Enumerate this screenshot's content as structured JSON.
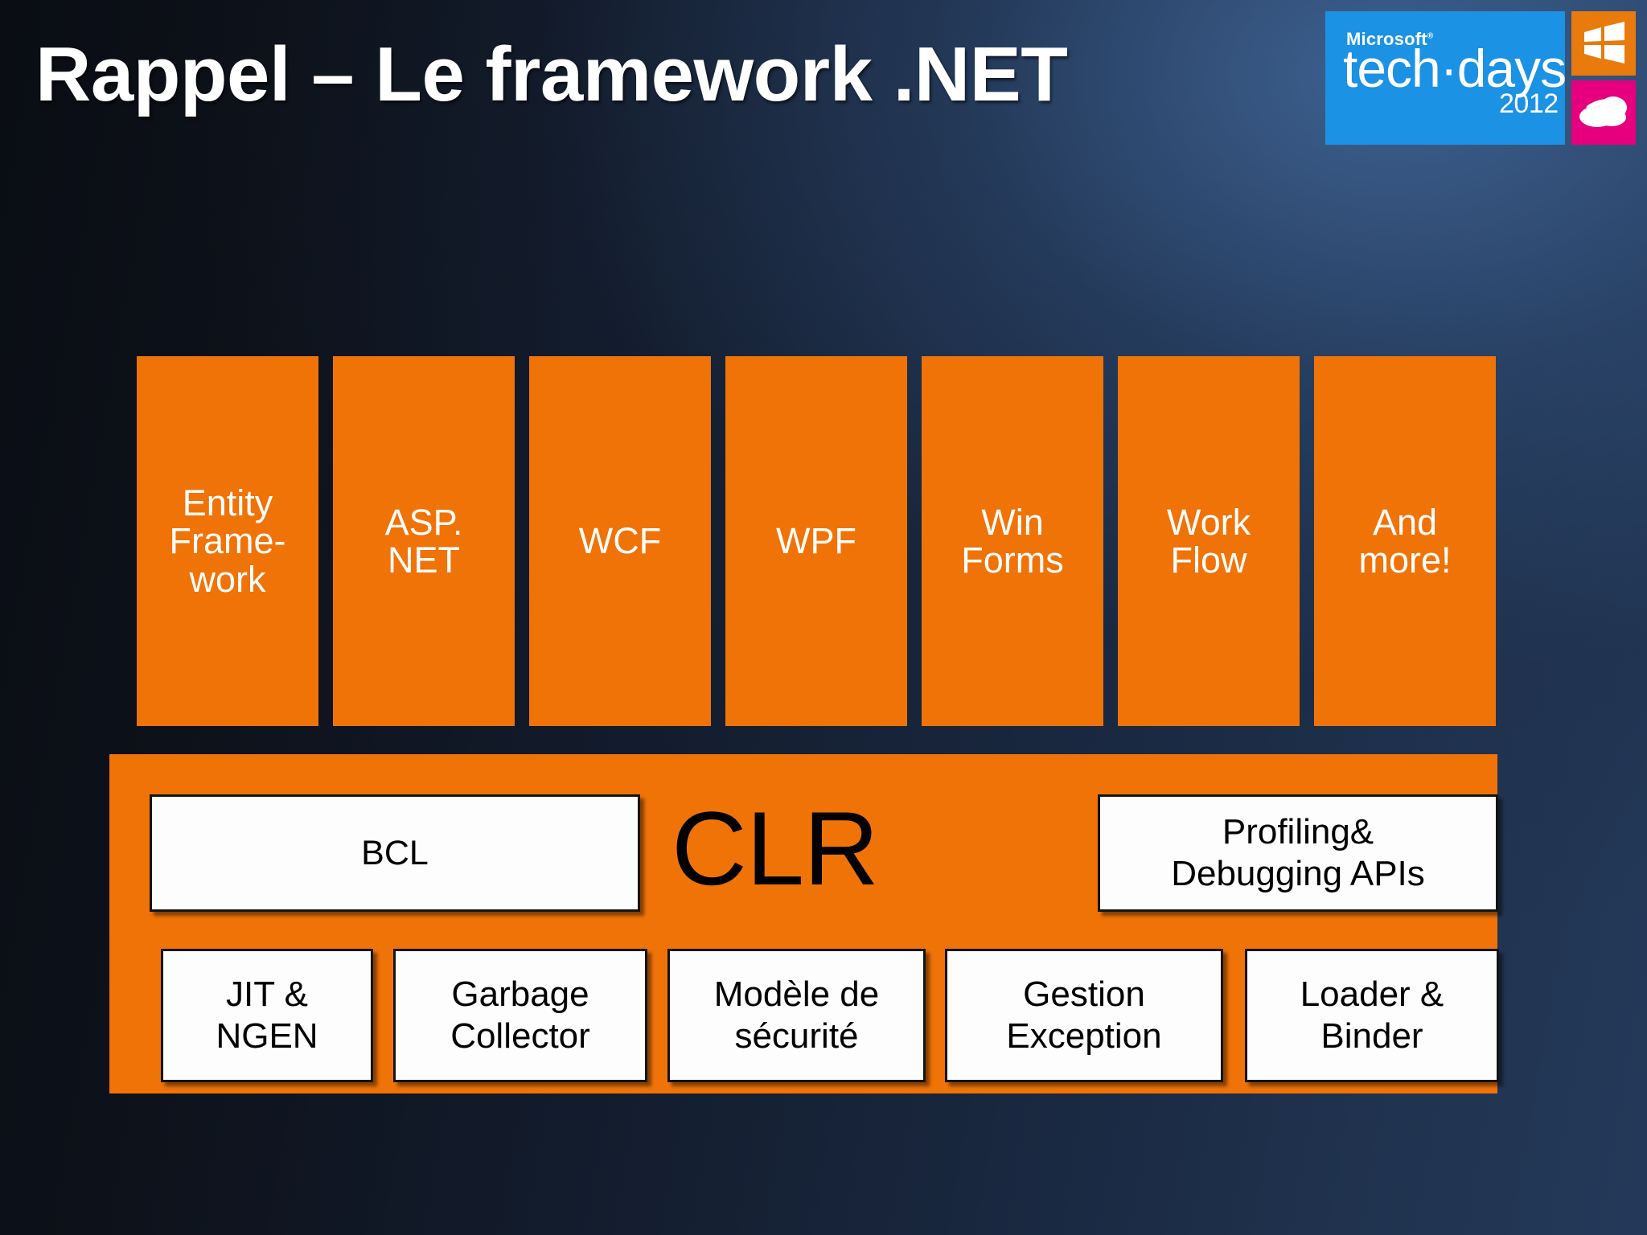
{
  "slide": {
    "title": "Rappel – Le framework .NET",
    "background_dark": "#0a0d14",
    "background_light": "#24395a",
    "accent_orange": "#f07307"
  },
  "logo": {
    "microsoft": "Microsoft",
    "techdays": "tech·days",
    "year": "2012",
    "tile_windows_color": "#e87b0b",
    "tile_cloud_color": "#e6007e",
    "panel_color": "#1b92e4",
    "windows_icon_name": "windows-flag-icon",
    "cloud_icon_name": "cloud-icon"
  },
  "framework_columns": [
    {
      "label": "Entity\nFrame-\nwork"
    },
    {
      "label": "ASP.\nNET"
    },
    {
      "label": "WCF"
    },
    {
      "label": "WPF"
    },
    {
      "label": "Win\nForms"
    },
    {
      "label": "Work\nFlow"
    },
    {
      "label": "And\nmore!"
    }
  ],
  "clr": {
    "title": "CLR",
    "top_boxes": [
      {
        "label": "BCL"
      },
      {
        "label": "Profiling&\nDebugging APIs"
      }
    ],
    "bottom_boxes": [
      {
        "label": "JIT &\nNGEN"
      },
      {
        "label": "Garbage\nCollector"
      },
      {
        "label": "Modèle de\nsécurité"
      },
      {
        "label": "Gestion\nException"
      },
      {
        "label": "Loader &\nBinder"
      }
    ]
  }
}
